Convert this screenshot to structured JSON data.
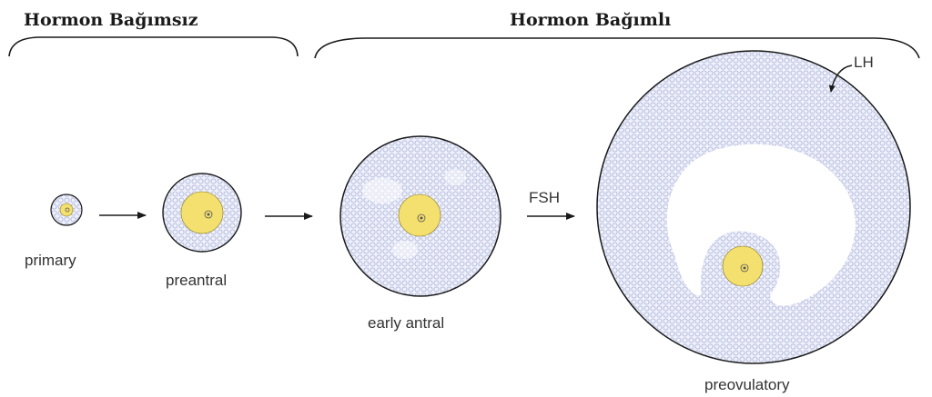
{
  "headers": {
    "left": "Hormon Bağımsız",
    "right": "Hormon Bağımlı"
  },
  "stages": {
    "primary": "primary",
    "preantral": "preantral",
    "early_antral": "early antral",
    "preovulatory": "preovulatory"
  },
  "hormones": {
    "fsh": "FSH",
    "lh": "LH"
  },
  "colors": {
    "granulosa": "#eef0fb",
    "cell_outline": "#b3b9d9",
    "oocyte": "#f4e06e",
    "outline": "#1a1a1a",
    "text": "#333333"
  }
}
